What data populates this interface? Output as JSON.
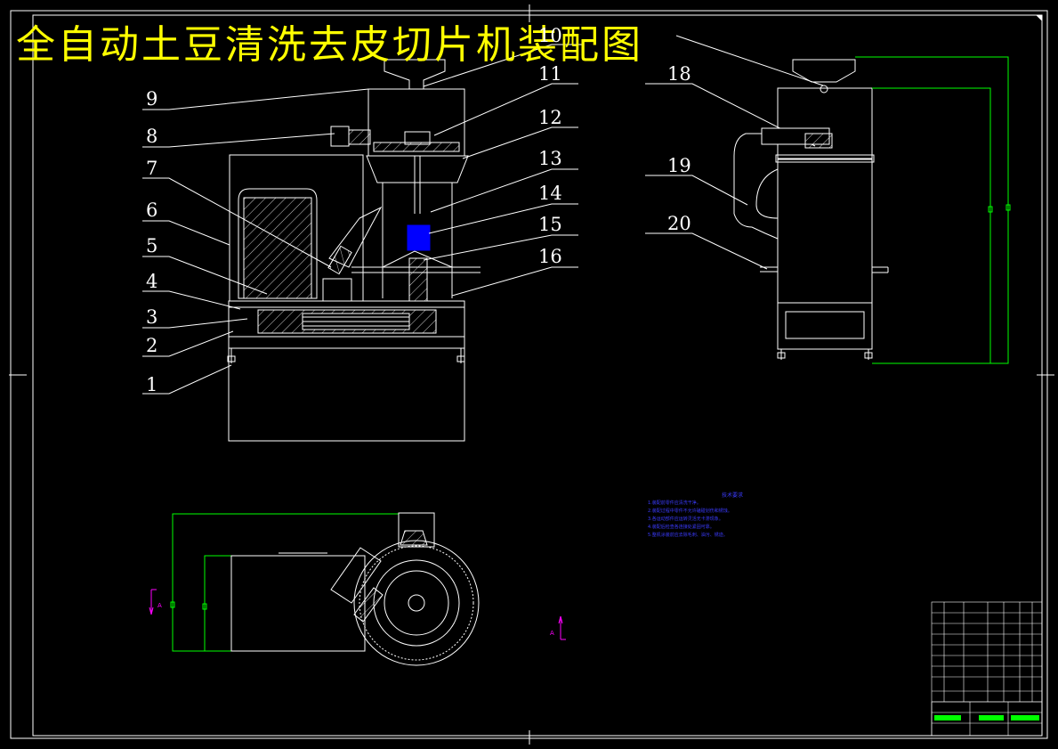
{
  "title": "全自动土豆清洗去皮切片机装配图",
  "callouts": [
    "1",
    "2",
    "3",
    "4",
    "5",
    "6",
    "7",
    "8",
    "9",
    "10",
    "11",
    "12",
    "13",
    "14",
    "15",
    "16",
    "18",
    "19",
    "20"
  ],
  "notes": {
    "title": "技术要求",
    "lines": [
      "1.装配前零件应清洗干净。",
      "2.装配过程中零件不允许磕碰划伤和锈蚀。",
      "3.各运动部件应运转灵活无卡滞现象。",
      "4.装配后检查各连接处紧固可靠。",
      "5.整机涂装前应去除毛刺、油污、锈迹。"
    ]
  },
  "section_marks": [
    "A",
    "A"
  ],
  "colors": {
    "line": "#ffffff",
    "title": "#ffff00",
    "fill": "#0000ff",
    "dim": "#00ff00",
    "notes": "#3b3bff",
    "section": "#ff00ff"
  }
}
